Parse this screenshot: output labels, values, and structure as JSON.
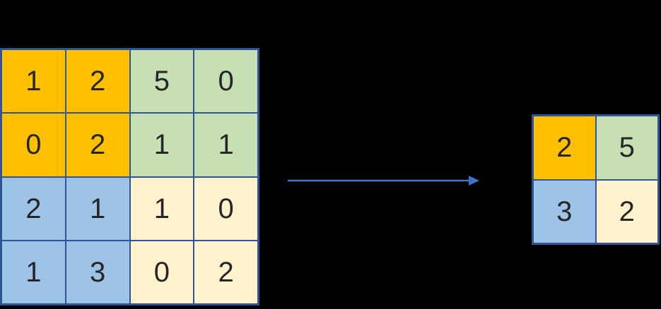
{
  "colors": {
    "background": "#000000",
    "border": "#2F5597",
    "arrow": "#4472C4",
    "digit": "#262626",
    "orange": "#FFC000",
    "green": "#C6E0B4",
    "blue": "#9DC3E6",
    "cream": "#FFF2CC"
  },
  "input_grid": {
    "rows": 4,
    "cols": 4,
    "cells": [
      [
        {
          "value": "1",
          "fill": "orange"
        },
        {
          "value": "2",
          "fill": "orange"
        },
        {
          "value": "5",
          "fill": "green"
        },
        {
          "value": "0",
          "fill": "green"
        }
      ],
      [
        {
          "value": "0",
          "fill": "orange"
        },
        {
          "value": "2",
          "fill": "orange"
        },
        {
          "value": "1",
          "fill": "green"
        },
        {
          "value": "1",
          "fill": "green"
        }
      ],
      [
        {
          "value": "2",
          "fill": "blue"
        },
        {
          "value": "1",
          "fill": "blue"
        },
        {
          "value": "1",
          "fill": "cream"
        },
        {
          "value": "0",
          "fill": "cream"
        }
      ],
      [
        {
          "value": "1",
          "fill": "blue"
        },
        {
          "value": "3",
          "fill": "blue"
        },
        {
          "value": "0",
          "fill": "cream"
        },
        {
          "value": "2",
          "fill": "cream"
        }
      ]
    ]
  },
  "output_grid": {
    "rows": 2,
    "cols": 2,
    "cells": [
      [
        {
          "value": "2",
          "fill": "orange"
        },
        {
          "value": "5",
          "fill": "green"
        }
      ],
      [
        {
          "value": "3",
          "fill": "blue"
        },
        {
          "value": "2",
          "fill": "cream"
        }
      ]
    ]
  },
  "arrow": {
    "direction": "right"
  }
}
